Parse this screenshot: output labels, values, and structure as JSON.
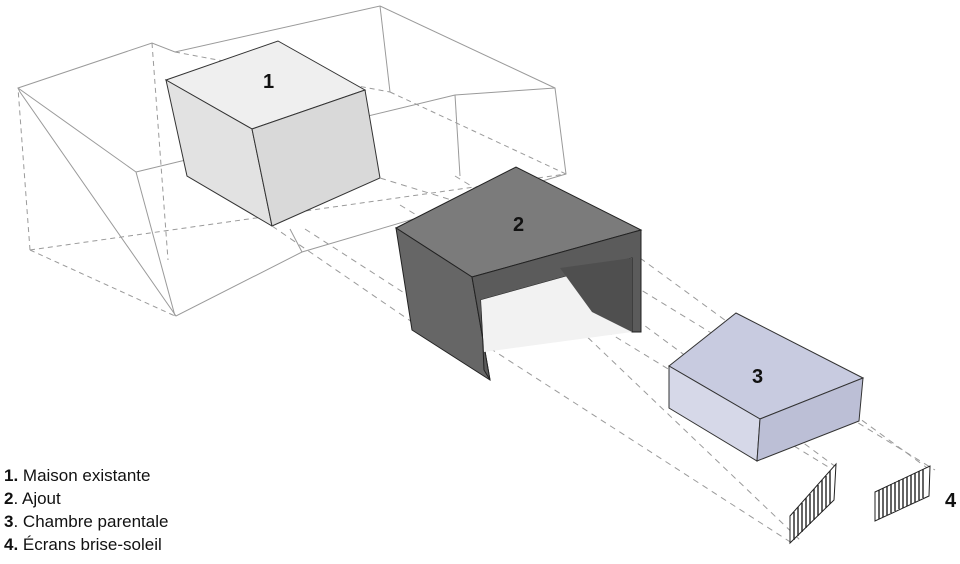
{
  "labels": {
    "one": "1",
    "two": "2",
    "three": "3",
    "four": "4"
  },
  "legend": [
    {
      "num": "1.",
      "text": " Maison existante"
    },
    {
      "num": "2",
      "text": ". Ajout"
    },
    {
      "num": "3",
      "text": ". Chambre parentale"
    },
    {
      "num": "4.",
      "text": " Écrans brise-soleil"
    }
  ],
  "colors": {
    "outline": "#9a9a9a",
    "block1": "#e6e6e6",
    "block2_top": "#7b7b7b",
    "block2_side": "#646464",
    "block3_top": "#cfd2e3",
    "block3_front": "#d9dbea",
    "screen_stripes": "#222222"
  }
}
